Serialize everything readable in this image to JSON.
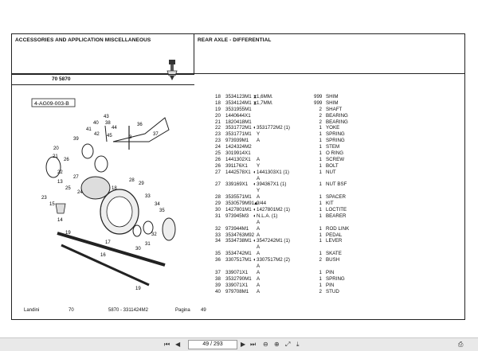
{
  "header": {
    "left_title": "ACCESSORIES AND APPLICATION MISCELLANEOUS",
    "right_title": "REAR AXLE - DIFFERENTIAL",
    "code": "70 5870"
  },
  "diagram": {
    "label": "4-AG09-003-B",
    "callouts": [
      "40",
      "41",
      "42",
      "39",
      "43",
      "38",
      "44",
      "45",
      "36",
      "37",
      "3",
      "20",
      "21",
      "22",
      "26",
      "27",
      "25",
      "24",
      "28",
      "29",
      "23",
      "18",
      "33",
      "34",
      "35",
      "15",
      "13",
      "32",
      "31",
      "30",
      "14",
      "19",
      "17",
      "16",
      "19"
    ]
  },
  "parts": [
    {
      "ref": "18",
      "part": "3534123M1",
      "sym": "⧗",
      "note": "1,6MM.",
      "qty": "999",
      "desc": "SHIM"
    },
    {
      "ref": "18",
      "part": "3534124M1",
      "sym": "⧗",
      "note": "1,7MM.",
      "qty": "999",
      "desc": "SHIM"
    },
    {
      "ref": "19",
      "part": "3531955M1",
      "sym": "",
      "note": "",
      "qty": "2",
      "desc": "SHAFT"
    },
    {
      "ref": "20",
      "part": "1440644X1",
      "sym": "",
      "note": "",
      "qty": "2",
      "desc": "BEARING"
    },
    {
      "ref": "21",
      "part": "1820418M1",
      "sym": "",
      "note": "",
      "qty": "2",
      "desc": "BEARING"
    },
    {
      "ref": "22",
      "part": "3531772M1",
      "sym": "◐",
      "note": "3531772M2  (1)",
      "qty": "1",
      "desc": "YOKE"
    },
    {
      "ref": "23",
      "part": "3531771M1",
      "sym": "",
      "note": "Y",
      "qty": "1",
      "desc": "SPRING"
    },
    {
      "ref": "23",
      "part": "973939M1",
      "sym": "",
      "note": "A",
      "qty": "1",
      "desc": "SPRING"
    },
    {
      "ref": "24",
      "part": "1424324M2",
      "sym": "",
      "note": "",
      "qty": "1",
      "desc": "STEM"
    },
    {
      "ref": "25",
      "part": "3019914X1",
      "sym": "",
      "note": "",
      "qty": "1",
      "desc": "O RING"
    },
    {
      "ref": "26",
      "part": "1441302X1",
      "sym": "",
      "note": "A",
      "qty": "1",
      "desc": "SCREW"
    },
    {
      "ref": "26",
      "part": "391176X1",
      "sym": "",
      "note": "Y",
      "qty": "1",
      "desc": "BOLT"
    },
    {
      "ref": "27",
      "part": "1442578X1",
      "sym": "◐",
      "note": "1441303X1  (1)",
      "qty": "1",
      "desc": "NUT"
    },
    {
      "ref": "",
      "part": "",
      "sym": "",
      "note": "A",
      "qty": "",
      "desc": ""
    },
    {
      "ref": "27",
      "part": "339169X1",
      "sym": "◐",
      "note": "394367X1  (1)",
      "qty": "1",
      "desc": "NUT BSF"
    },
    {
      "ref": "",
      "part": "",
      "sym": "",
      "note": "Y",
      "qty": "",
      "desc": ""
    },
    {
      "ref": "28",
      "part": "3535571M1",
      "sym": "",
      "note": "A",
      "qty": "1",
      "desc": "SPACER"
    },
    {
      "ref": "29",
      "part": "3530579M91",
      "sym": "▲",
      "note": "9/44",
      "qty": "1",
      "desc": "KIT"
    },
    {
      "ref": "30",
      "part": "1427801M1",
      "sym": "◐",
      "note": "1427801M2  (1)",
      "qty": "1",
      "desc": "LOCTITE"
    },
    {
      "ref": "31",
      "part": "973945M3",
      "sym": "◐",
      "note": "N.L.A.  (1)",
      "qty": "1",
      "desc": "BEARER"
    },
    {
      "ref": "",
      "part": "",
      "sym": "",
      "note": "A",
      "qty": "",
      "desc": ""
    },
    {
      "ref": "32",
      "part": "973944M1",
      "sym": "",
      "note": "A",
      "qty": "1",
      "desc": "ROD LINK"
    },
    {
      "ref": "33",
      "part": "3534763M92",
      "sym": "",
      "note": "A",
      "qty": "1",
      "desc": "PEDAL"
    },
    {
      "ref": "34",
      "part": "3534738M1",
      "sym": "◐",
      "note": "3547242M1  (1)",
      "qty": "1",
      "desc": "LEVER"
    },
    {
      "ref": "",
      "part": "",
      "sym": "",
      "note": "A",
      "qty": "",
      "desc": ""
    },
    {
      "ref": "35",
      "part": "3534742M1",
      "sym": "",
      "note": "A",
      "qty": "1",
      "desc": "SKATE"
    },
    {
      "ref": "36",
      "part": "3307517M1",
      "sym": "◐",
      "note": "3307517M2  (2)",
      "qty": "2",
      "desc": "BUSH"
    },
    {
      "ref": "",
      "part": "",
      "sym": "",
      "note": "A",
      "qty": "",
      "desc": ""
    },
    {
      "ref": "37",
      "part": "339071X1",
      "sym": "",
      "note": "A",
      "qty": "1",
      "desc": "PIN"
    },
    {
      "ref": "38",
      "part": "3532790M1",
      "sym": "",
      "note": "A",
      "qty": "1",
      "desc": "SPRING"
    },
    {
      "ref": "39",
      "part": "339071X1",
      "sym": "",
      "note": "A",
      "qty": "1",
      "desc": "PIN"
    },
    {
      "ref": "40",
      "part": "979708M1",
      "sym": "",
      "note": "A",
      "qty": "2",
      "desc": "STUD"
    }
  ],
  "footer": {
    "brand": "Landini",
    "group": "70",
    "ref": "5870 - 3311424M2",
    "page_label": "Pagina",
    "page_num": "49"
  },
  "viewer": {
    "page_display": "49 / 293"
  }
}
